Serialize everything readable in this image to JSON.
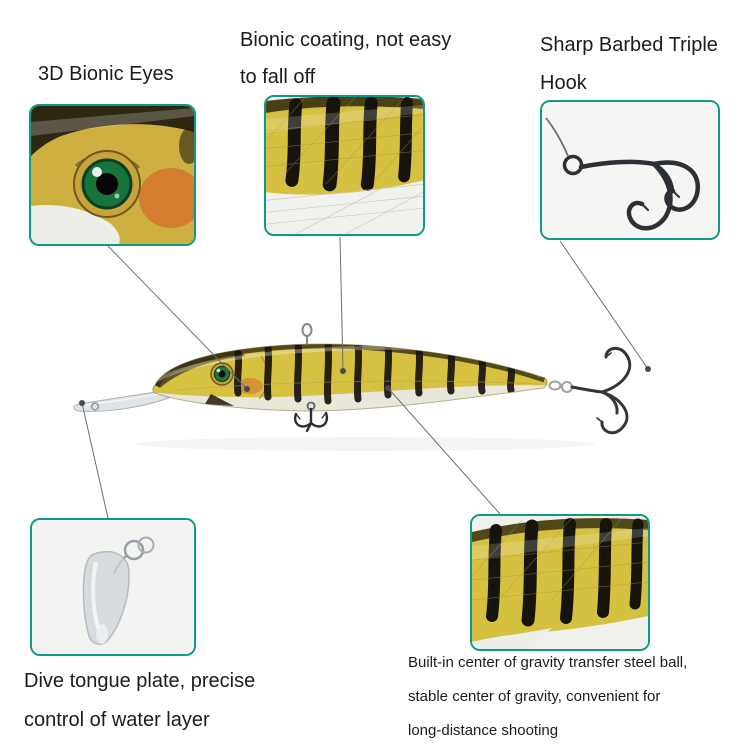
{
  "page": {
    "background": "#ffffff",
    "accent": "#0f9a88",
    "text_color": "#1c1c1c",
    "connector_color": "#6f6f6f"
  },
  "colors": {
    "lure_yellow": "#d6c141",
    "lure_stripe_black": "#17140e",
    "lure_belly_white": "#e9e6da",
    "eye_green": "#1a7a3f",
    "cheek_orange": "#db7630",
    "hook_metal": "#32353a",
    "lip_clear_gray": "#c5cdd3"
  },
  "callouts": {
    "eyes": {
      "label_lines": [
        "3D Bionic Eyes"
      ]
    },
    "coating": {
      "label_lines": [
        "Bionic coating, not easy",
        "to fall off"
      ]
    },
    "hook": {
      "label_lines": [
        "Sharp Barbed Triple",
        "Hook"
      ]
    },
    "tongue": {
      "label_lines": [
        "Dive tongue plate, precise",
        "control of water layer"
      ]
    },
    "gravity": {
      "label_lines": [
        "Built-in center of gravity transfer steel ball,",
        "stable center of gravity, convenient for",
        "long-distance shooting"
      ]
    }
  }
}
